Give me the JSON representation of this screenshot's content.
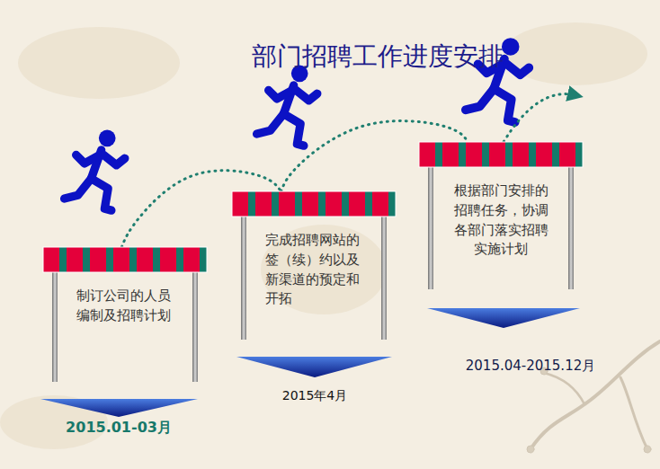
{
  "diagram": {
    "title": "部门招聘工作进度安排",
    "nodes": [
      {
        "text": [
          "制订公司的人员编制及招聘计划"
        ]
      },
      {
        "text": [
          "完成招聘网站的签（续）约以及新渠道的预定和开拓"
        ]
      },
      {
        "text": [
          "根据部门安排的招聘任务，协调各部门落实招聘实施计划"
        ]
      }
    ],
    "edges": [
      {
        "from": 0,
        "to": 1,
        "arrow": "none"
      },
      {
        "from": 1,
        "to": 2,
        "arrow": "none"
      }
    ],
    "labels": [
      "2015.01-03月",
      "2015年4月",
      "2015.04-2015.12月"
    ]
  }
}
